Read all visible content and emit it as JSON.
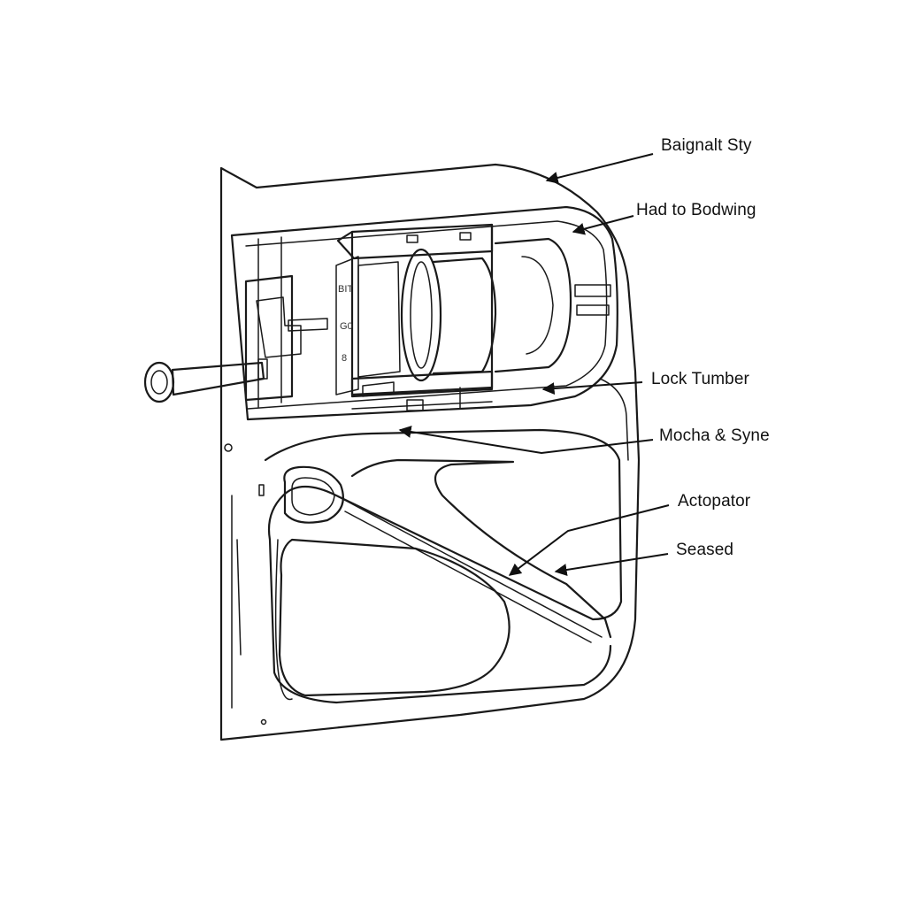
{
  "diagram": {
    "labels": [
      {
        "id": "baignalt-sty",
        "text": "Baignalt Sty"
      },
      {
        "id": "had-to-bodwing",
        "text": "Had to Bodwing"
      },
      {
        "id": "lock-tumber",
        "text": "Lock Tumber"
      },
      {
        "id": "mocha-syne",
        "text": "Mocha & Syne"
      },
      {
        "id": "actopator",
        "text": "Actopator"
      },
      {
        "id": "seased",
        "text": "Seased"
      }
    ],
    "stamp_texts": [
      "BIT",
      "G0",
      "8"
    ],
    "colors": {
      "line": "#1a1a1a",
      "background": "#ffffff"
    }
  }
}
